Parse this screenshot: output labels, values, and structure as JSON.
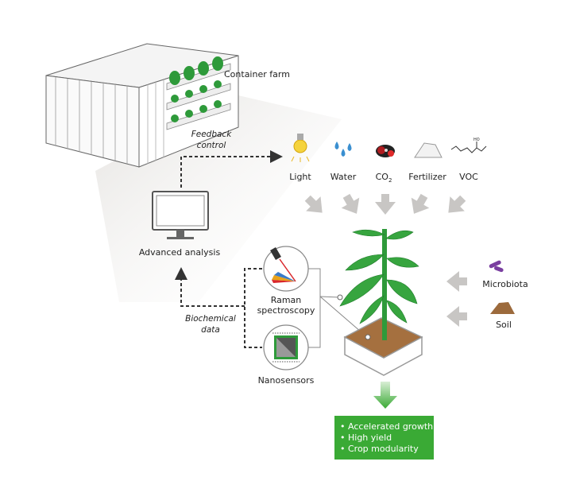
{
  "container": {
    "label": "Container farm"
  },
  "feedback": {
    "line1": "Feedback",
    "line2": "control"
  },
  "analysis": {
    "label": "Advanced analysis"
  },
  "biochemical": {
    "line1": "Biochemical",
    "line2": "data"
  },
  "inputs": [
    {
      "label": "Light",
      "icon": "light-bulb-icon"
    },
    {
      "label": "Water",
      "icon": "water-drops-icon"
    },
    {
      "label": "CO",
      "subscript": "2",
      "icon": "co2-molecule-icon"
    },
    {
      "label": "Fertilizer",
      "icon": "fertilizer-pile-icon"
    },
    {
      "label": "VOC",
      "icon": "voc-molecule-icon",
      "glyph": "HO"
    }
  ],
  "sensors": {
    "raman": {
      "line1": "Raman",
      "line2": "spectroscopy"
    },
    "nano": {
      "label": "Nanosensors"
    }
  },
  "side_inputs": [
    {
      "label": "Microbiota",
      "icon": "microbe-icon"
    },
    {
      "label": "Soil",
      "icon": "soil-pile-icon"
    }
  ],
  "outcomes": [
    "• Accelerated growth",
    "• High yield",
    "• Crop modularity"
  ],
  "colors": {
    "green": "#3aaa35",
    "leaf": "#2e9a3a",
    "soil": "#a5703f",
    "arrow_gray": "#c8c6c4"
  }
}
